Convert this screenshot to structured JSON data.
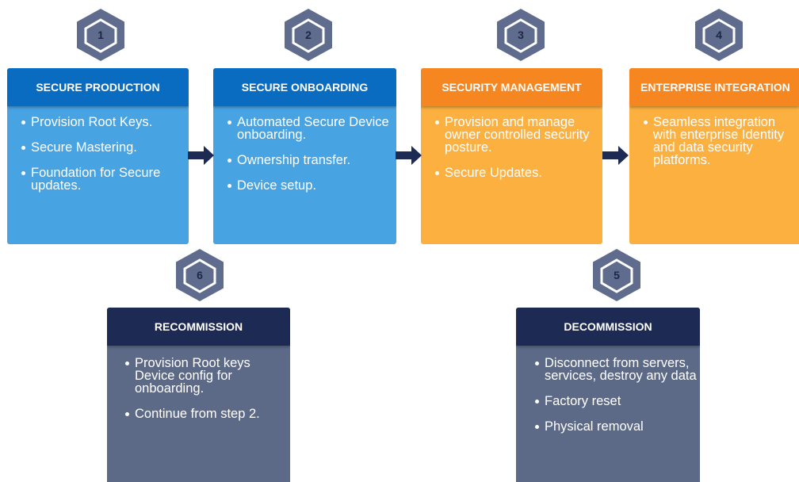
{
  "steps": [
    {
      "badge": "1",
      "title": "SECURE PRODUCTION",
      "items": [
        "Provision Root Keys.",
        "Secure Mastering.",
        "Foundation for Secure updates."
      ]
    },
    {
      "badge": "2",
      "title": "SECURE ONBOARDING",
      "items": [
        "Automated Secure Device onboarding.",
        "Ownership transfer.",
        "Device setup."
      ]
    },
    {
      "badge": "3",
      "title": "SECURITY MANAGEMENT",
      "items": [
        "Provision and manage owner controlled security posture.",
        "Secure Updates."
      ]
    },
    {
      "badge": "4",
      "title": "ENTERPRISE INTEGRATION",
      "items": [
        "Seamless integration with enterprise Identity and data security platforms."
      ]
    },
    {
      "badge": "5",
      "title": "DECOMMISSION",
      "items": [
        "Disconnect from servers, services, destroy any data",
        "Factory reset",
        "Physical removal"
      ]
    },
    {
      "badge": "6",
      "title": "RECOMMISSION",
      "items": [
        "Provision Root keys Device config for onboarding.",
        "Continue from step 2."
      ]
    }
  ],
  "colors": {
    "blue_header": "#0a6cc0",
    "blue_body": "#48a3e3",
    "orange_header": "#f6861f",
    "orange_body": "#fbb040",
    "navy_header": "#1d2a54",
    "slate_body": "#5c6a88",
    "badge_hex": "#5f6c8e",
    "arrow": "#1d2a54"
  }
}
